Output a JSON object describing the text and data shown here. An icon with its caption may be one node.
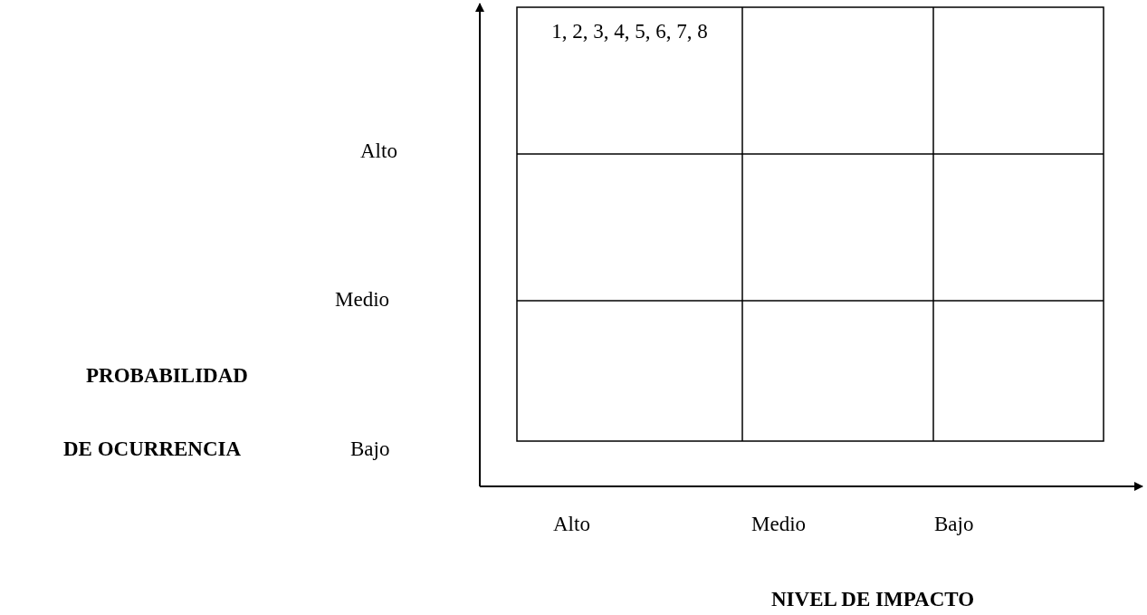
{
  "diagram": {
    "labels": [
      "1, 2, 3, 4, 5, 6, 7, 8",
      "Alto",
      "Medio",
      "PROBABILIDAD",
      "DE OCURRENCIA",
      "Bajo",
      "Alto",
      "Medio",
      "Bajo",
      "NIVEL DE IMPACTO"
    ]
  }
}
